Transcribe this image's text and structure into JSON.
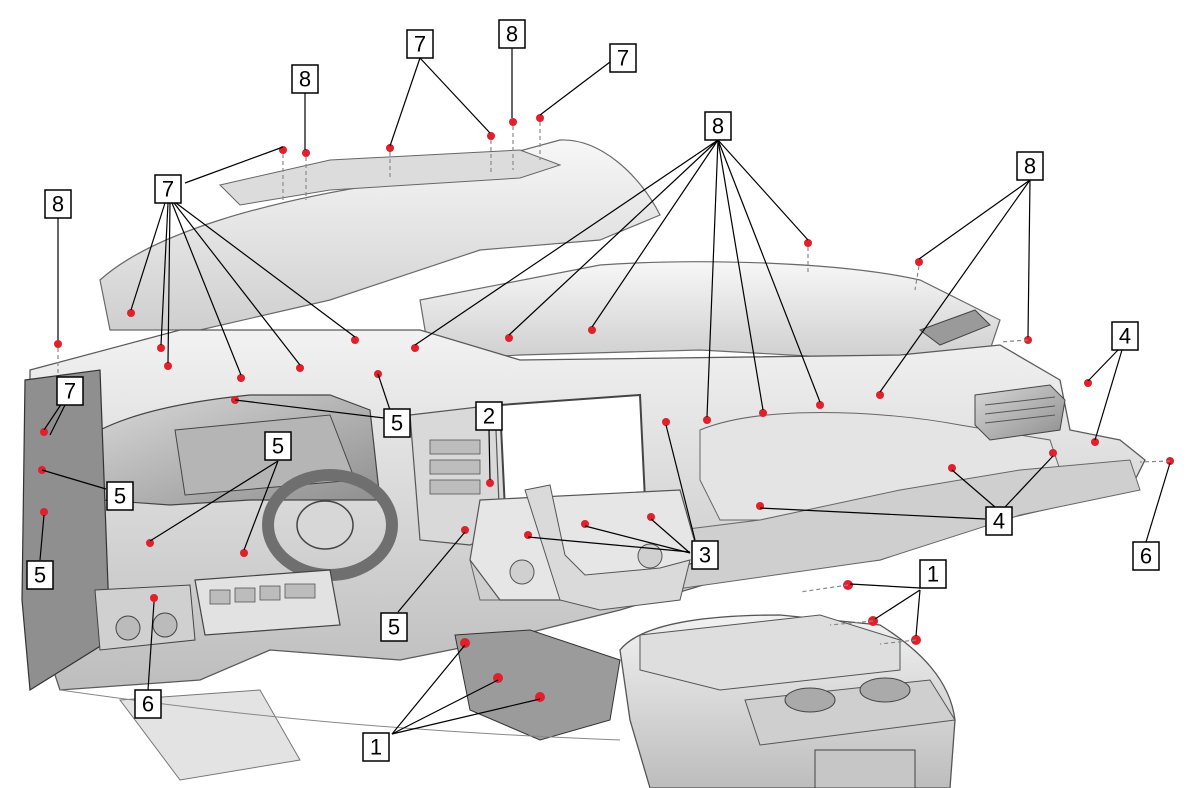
{
  "colors": {
    "fastener": "#e0202a",
    "part_light": "#eeeeee",
    "part_mid": "#d4d4d4",
    "part_dark": "#a9a9a9",
    "outline": "#555555",
    "callout_border": "#000000"
  },
  "callouts": {
    "c1": "1",
    "c2": "2",
    "c3": "3",
    "c4": "4",
    "c5": "5",
    "c6": "6",
    "c7": "7",
    "c8": "8"
  }
}
